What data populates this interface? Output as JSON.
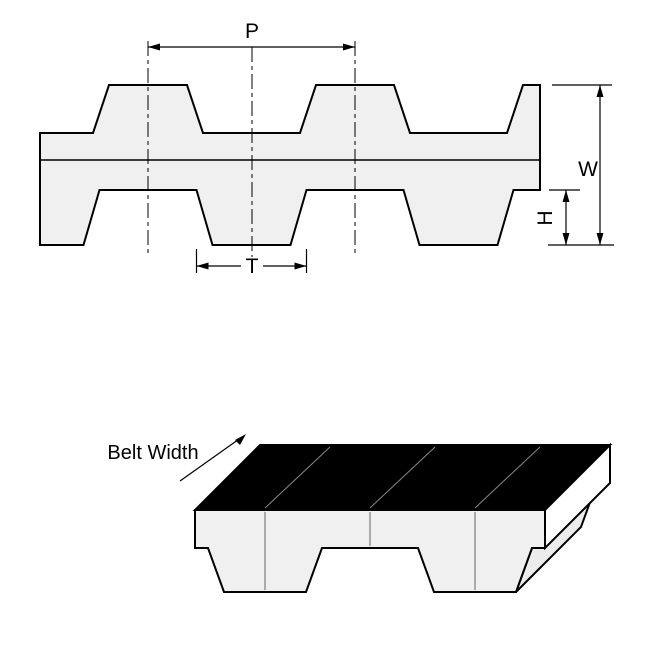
{
  "labels": {
    "pitch": "P",
    "overall_width": "W",
    "tooth_height": "H",
    "tooth_width": "T",
    "belt_width": "Belt Width"
  },
  "colors": {
    "line": "#000000",
    "belt_fill": "#f0f0f0",
    "belt_back_fill": "#000000",
    "end_face_fill": "#ffffff",
    "flank_face_fill": "#ececec"
  }
}
